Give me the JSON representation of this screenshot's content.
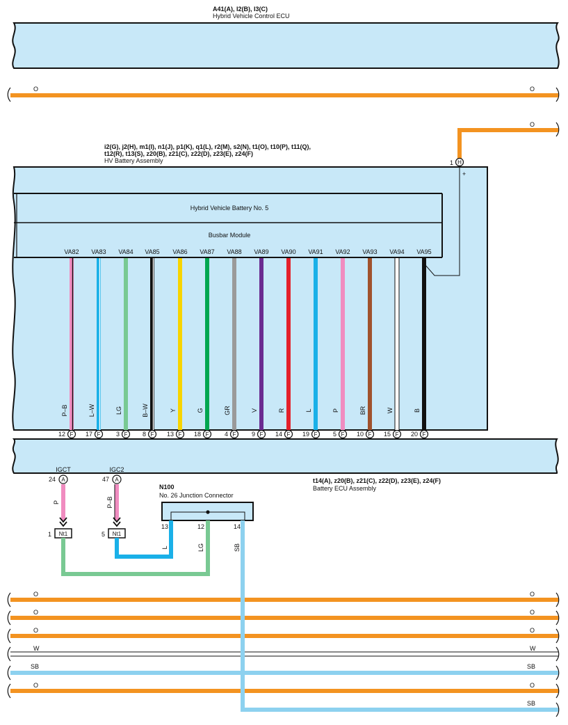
{
  "colors": {
    "box_fill": "#c8e8f8",
    "orange": "#f39321",
    "sky_blue": "#8dd1ef",
    "light_green": "#79c993",
    "blue": "#1ab0e8",
    "pink": "#f08cc0",
    "black": "#111111"
  },
  "hv_ecu": {
    "code": "A41(A), I2(B), I3(C)",
    "name": "Hybrid Vehicle Control ECU"
  },
  "top_wires": [
    {
      "label_left": "O",
      "label_right": "O"
    }
  ],
  "h_connector": {
    "pin": "1",
    "conn": "H",
    "wire": "O",
    "polarity": "+"
  },
  "battery_assy": {
    "code_line1": "i2(G), j2(H), m1(I), n1(J), p1(K), q1(L), r2(M), s2(N), t1(O), t10(P), t11(Q),",
    "code_line2": "t12(R), t13(S), z20(B), z21(C), z22(D), z23(E), z24(F)",
    "name": "HV Battery Assembly",
    "battery_label": "Hybrid Vehicle Battery No.  5",
    "busbar_label": "Busbar Module"
  },
  "circuits": [
    {
      "top": "VA82",
      "bottom": "VA82",
      "pin": "12",
      "conn": "F",
      "wire": "P–B"
    },
    {
      "top": "VA83",
      "bottom": "VA83",
      "pin": "17",
      "conn": "F",
      "wire": "L–W"
    },
    {
      "top": "VA84",
      "bottom": "VA84",
      "pin": "3",
      "conn": "F",
      "wire": "LG"
    },
    {
      "top": "VA85",
      "bottom": "VA85",
      "pin": "8",
      "conn": "F",
      "wire": "B–W"
    },
    {
      "top": "VA86",
      "bottom": "VA86",
      "pin": "13",
      "conn": "F",
      "wire": "Y"
    },
    {
      "top": "VA87",
      "bottom": "VA87",
      "pin": "18",
      "conn": "F",
      "wire": "G"
    },
    {
      "top": "VA88",
      "bottom": "VA88",
      "pin": "4",
      "conn": "F",
      "wire": "GR"
    },
    {
      "top": "VA89",
      "bottom": "VA89",
      "pin": "9",
      "conn": "F",
      "wire": "V"
    },
    {
      "top": "VA90",
      "bottom": "VA90",
      "pin": "14",
      "conn": "F",
      "wire": "R"
    },
    {
      "top": "VA91",
      "bottom": "VA91",
      "pin": "19",
      "conn": "F",
      "wire": "L"
    },
    {
      "top": "VA92",
      "bottom": "VA92",
      "pin": "5",
      "conn": "F",
      "wire": "P"
    },
    {
      "top": "VA93",
      "bottom": "VA93",
      "pin": "10",
      "conn": "F",
      "wire": "BR"
    },
    {
      "top": "VA94",
      "bottom": "VA94",
      "pin": "15",
      "conn": "F",
      "wire": "W"
    },
    {
      "top": "VA95",
      "bottom": "VA95",
      "pin": "20",
      "conn": "F",
      "wire": "B"
    }
  ],
  "battery_ecu": {
    "code": "t14(A), z20(B), z21(C), z22(D), z23(E), z24(F)",
    "name": "Battery ECU Assembly",
    "terminals": [
      {
        "name": "IGCT",
        "pin": "24",
        "conn": "A",
        "wire": "P"
      },
      {
        "name": "IGC2",
        "pin": "47",
        "conn": "A",
        "wire": "P–B"
      }
    ]
  },
  "splices": [
    {
      "pin": "1",
      "label": "Nt1"
    },
    {
      "pin": "5",
      "label": "Nt1"
    }
  ],
  "junction": {
    "code": "N100",
    "name": "No.  26 Junction Connector",
    "pins": [
      {
        "pin": "13",
        "wire": "L"
      },
      {
        "pin": "12",
        "wire": "LG"
      },
      {
        "pin": "14",
        "wire": "SB"
      }
    ]
  },
  "bottom_wires": [
    {
      "label_left": "O",
      "label_right": "O"
    },
    {
      "label_left": "O",
      "label_right": "O"
    },
    {
      "label_left": "O",
      "label_right": "O"
    },
    {
      "label_left": "W",
      "label_right": "W"
    },
    {
      "label_left": "SB",
      "label_right": "SB"
    },
    {
      "label_left": "O",
      "label_right": "O"
    }
  ],
  "sb_exit_label": "SB"
}
